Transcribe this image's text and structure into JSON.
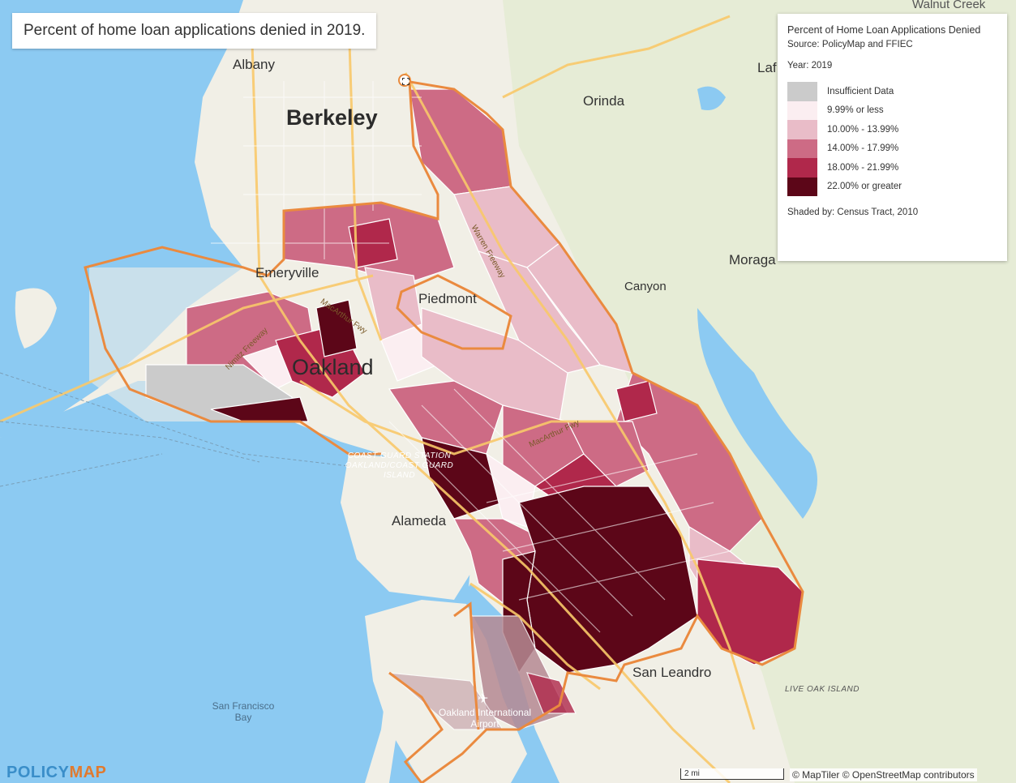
{
  "title": "Percent of home loan applications denied in 2019.",
  "legend": {
    "title": "Percent of Home Loan Applications Denied",
    "source": "Source: PolicyMap and FFIEC",
    "year": "Year: 2019",
    "items": [
      {
        "label": "Insufficient Data",
        "color": "#cbcbcb"
      },
      {
        "label": "9.99% or less",
        "color": "#fbeef1"
      },
      {
        "label": "10.00% - 13.99%",
        "color": "#e9bcc8"
      },
      {
        "label": "14.00% - 17.99%",
        "color": "#cd6b85"
      },
      {
        "label": "18.00% - 21.99%",
        "color": "#b0284b"
      },
      {
        "label": "22.00% or greater",
        "color": "#5c0618"
      }
    ],
    "shaded_by_label": "Shaded by:",
    "shaded_by": "Census Tract, 2010"
  },
  "places": {
    "walnut_creek": "Walnut Creek",
    "albany": "Albany",
    "berkeley": "Berkeley",
    "lafayette": "Laf",
    "orinda": "Orinda",
    "moraga": "Moraga",
    "canyon": "Canyon",
    "emeryville": "Emeryville",
    "piedmont": "Piedmont",
    "oakland": "Oakland",
    "alameda": "Alameda",
    "coast_guard": "COAST GUARD STATION OAKLAND/COAST GUARD ISLAND",
    "san_leandro": "San Leandro",
    "live_oak": "LIVE OAK ISLAND",
    "sf_bay": "San Francisco Bay",
    "airport": "Oakland International Airport"
  },
  "roads": {
    "warren_freeway": "Warren Freeway",
    "macarthur_fwy": "MacArthur Fwy",
    "nimitz_freeway": "Nimitz Freeway",
    "macarthur_fwy2": "MacArthur Fwy"
  },
  "logo": {
    "part1": "POLICY",
    "part2": "MAP",
    "color1": "#3a8ec9",
    "color2": "#e07a2f"
  },
  "scale_label": "2 mi",
  "attribution": "© MapTiler © OpenStreetMap contributors",
  "colors": {
    "water": "#8ccaf2",
    "land": "#f3f0e6",
    "boundary": "#ea8a3f"
  }
}
